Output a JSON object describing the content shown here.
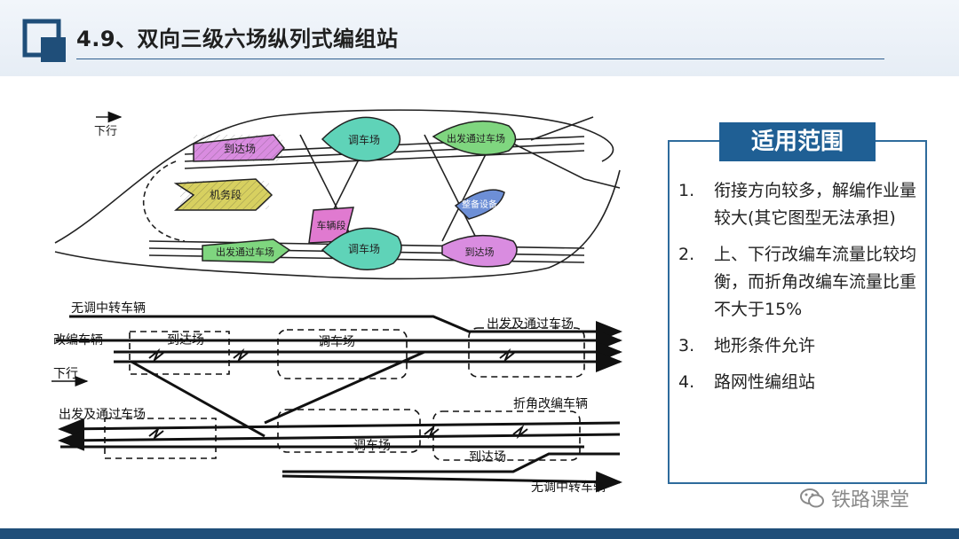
{
  "header": {
    "title": "4.9、双向三级六场纵列式编组站"
  },
  "diagram_top": {
    "direction_label": "下行",
    "yards": {
      "arrival_up": "到达场",
      "hump_up": "调车场",
      "departure_up": "出发通过车场",
      "depot": "机务段",
      "service": "整备设备",
      "car_depot": "车辆段",
      "departure_down": "出发通过车场",
      "hump_down": "调车场",
      "arrival_down": "到达场"
    }
  },
  "diagram_bottom": {
    "through_top": "无调中转车辆",
    "reclassify": "改编车辆",
    "arrival_1": "到达场",
    "hump_1": "调车场",
    "departure_1": "出发及通过车场",
    "direction_label": "下行",
    "departure_2": "出发及通过车场",
    "corner": "折角改编车辆",
    "hump_2": "调车场",
    "arrival_2": "到达场",
    "through_bottom": "无调中转车辆"
  },
  "panel": {
    "heading": "适用范围",
    "items": [
      {
        "num": "1.",
        "text": "衔接方向较多，解编作业量较大(其它图型无法承担)"
      },
      {
        "num": "2.",
        "text": "上、下行改编车流量比较均衡，而折角改编车流量比重不大于15%"
      },
      {
        "num": "3.",
        "text": "地形条件允许"
      },
      {
        "num": "4.",
        "text": "路网性编组站"
      }
    ]
  },
  "watermark": "铁路课堂",
  "colors": {
    "accent": "#1f5f94",
    "footer": "#1f4e79",
    "arrival": "#d98ce0",
    "hump": "#5fd3b8",
    "departure": "#7fd67f",
    "depot": "#d7d060",
    "service": "#6d8fd6",
    "car_depot": "#e07ad0"
  }
}
